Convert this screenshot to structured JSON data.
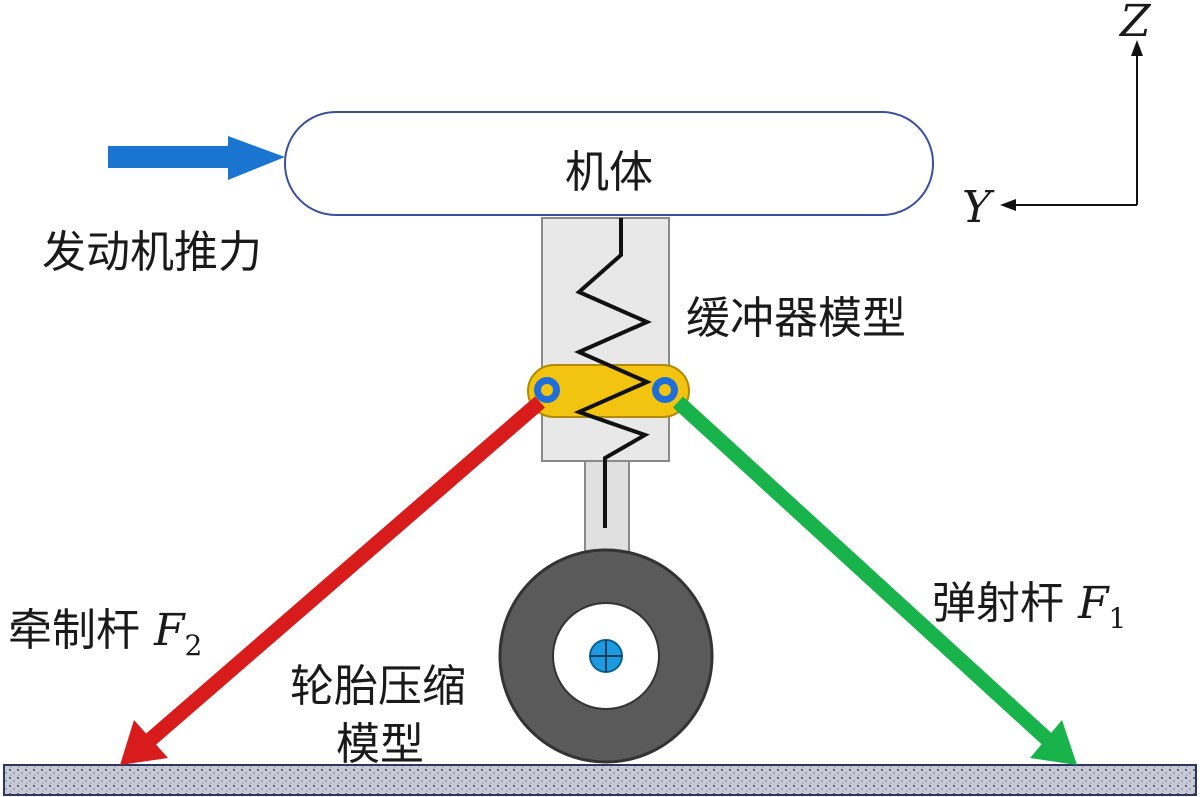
{
  "labels": {
    "body": "机体",
    "engine_thrust": "发动机推力",
    "shock_absorber_model": "缓冲器模型",
    "holdback_bar": "牵制杆",
    "holdback_force_symbol": "F",
    "holdback_force_subscript": "2",
    "catapult_bar": "弹射杆",
    "catapult_force_symbol": "F",
    "catapult_force_subscript": "1",
    "tire_model_line1": "轮胎压缩",
    "tire_model_line2": "模型"
  },
  "axes": {
    "z_label": "Z",
    "y_label": "Y"
  },
  "colors": {
    "thrust_arrow": "#1a75d1",
    "holdback_arrow": "#d81b1b",
    "catapult_arrow": "#18b34a",
    "fuselage_stroke": "#3b4fa0",
    "connector_fill": "#f2c40f",
    "wheel_tire": "#555555",
    "hub": "#1e9be0"
  }
}
